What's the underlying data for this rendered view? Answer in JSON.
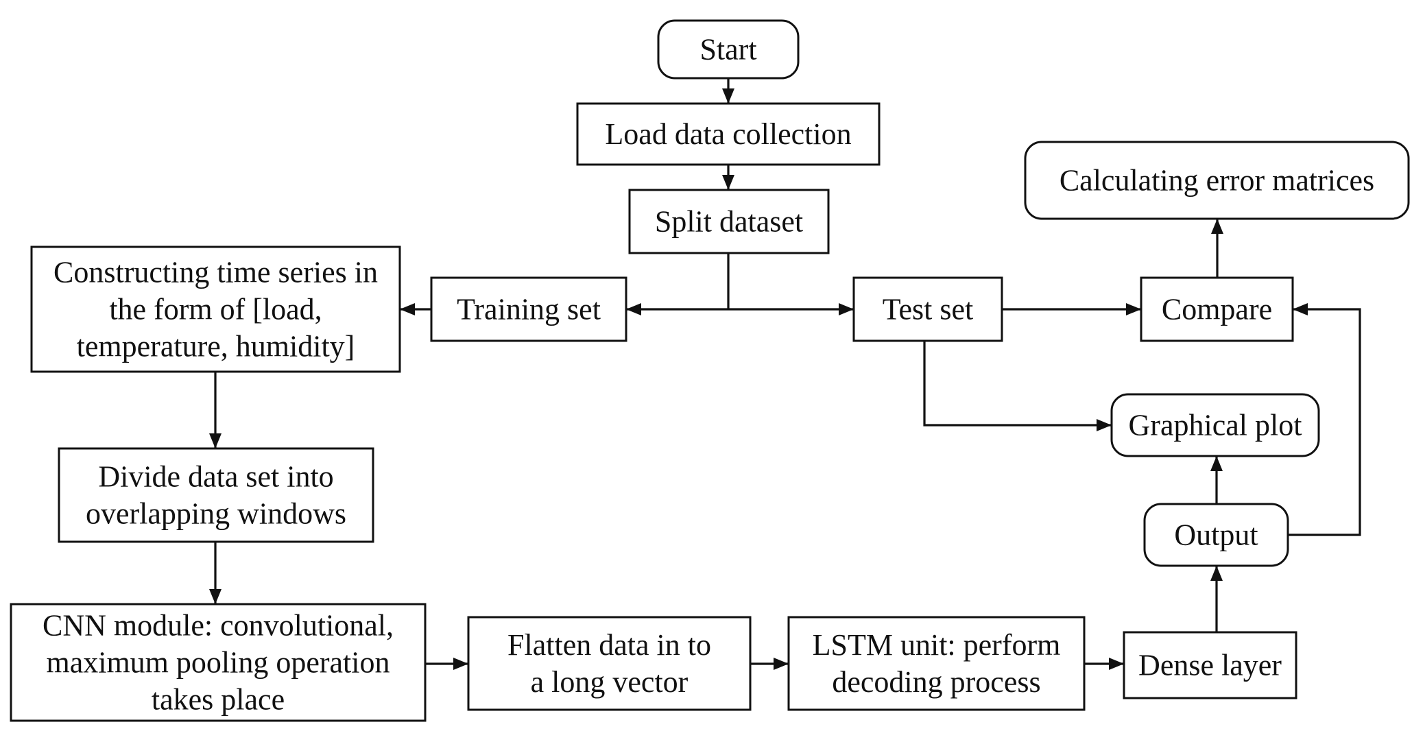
{
  "nodes": {
    "start": {
      "lines": [
        "Start"
      ]
    },
    "load_data": {
      "lines": [
        "Load data collection"
      ]
    },
    "split_dataset": {
      "lines": [
        "Split dataset"
      ]
    },
    "training_set": {
      "lines": [
        "Training set"
      ]
    },
    "test_set": {
      "lines": [
        "Test set"
      ]
    },
    "compare": {
      "lines": [
        "Compare"
      ]
    },
    "error_metrics": {
      "lines": [
        "Calculating error matrices"
      ]
    },
    "construct_series": {
      "lines": [
        "Constructing time series in",
        "the form of [load,",
        "temperature, humidity]"
      ]
    },
    "graphical_plot": {
      "lines": [
        "Graphical plot"
      ]
    },
    "divide_windows": {
      "lines": [
        "Divide data set into",
        "overlapping windows"
      ]
    },
    "output": {
      "lines": [
        "Output"
      ]
    },
    "cnn_module": {
      "lines": [
        "CNN module: convolutional,",
        "maximum pooling operation",
        "takes place"
      ]
    },
    "flatten": {
      "lines": [
        "Flatten data in to",
        "a long vector"
      ]
    },
    "lstm": {
      "lines": [
        "LSTM unit: perform",
        "decoding process"
      ]
    },
    "dense": {
      "lines": [
        "Dense layer"
      ]
    }
  }
}
